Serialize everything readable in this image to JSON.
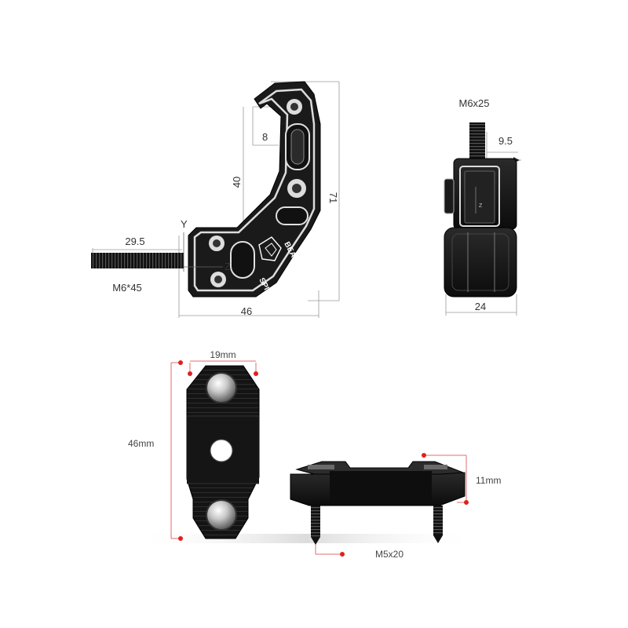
{
  "colors": {
    "dimension_line": "#9a9a9a",
    "red_dimension_line": "#e06c6c",
    "red_dot": "#e02020",
    "metal_dark": "#1c1c1c",
    "metal_silver": "#d8d8d8"
  },
  "bracket_side_view": {
    "dim_top_gap": "8",
    "dim_inner_height": "40",
    "dim_total_height": "71",
    "dim_thread_length": "29.5",
    "bolt_label": "M6*45",
    "dim_width": "46",
    "axis_y": "Y",
    "axis_z": "Z",
    "logo_text_1": "SPIRIT",
    "logo_text_2": "BEAST"
  },
  "bracket_end_view": {
    "bolt_label": "M6x25",
    "dim_offset": "9.5",
    "dim_width": "24",
    "axis_z": "Z"
  },
  "clamp_plate_top": {
    "dim_width": "19mm",
    "dim_height": "46mm"
  },
  "clamp_plate_side": {
    "dim_height": "11mm",
    "screw_label": "M5x20"
  }
}
